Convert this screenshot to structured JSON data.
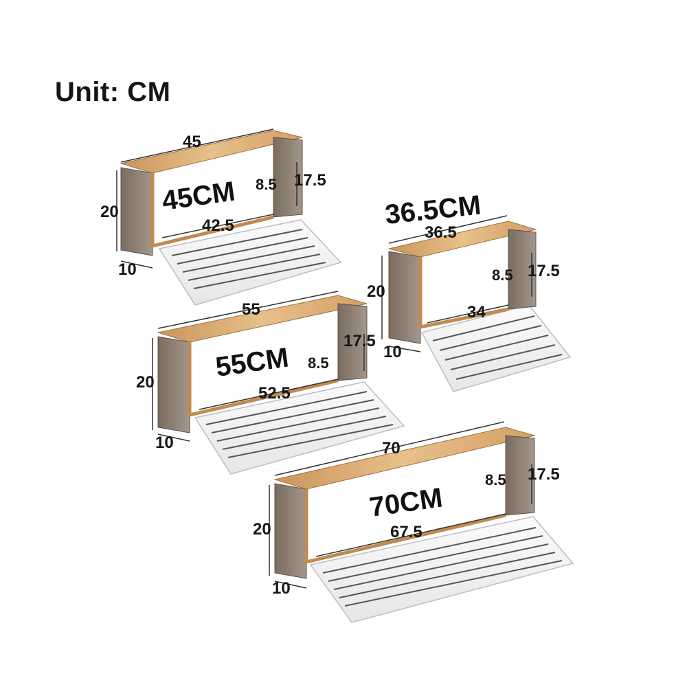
{
  "unit_label": "Unit: CM",
  "colors": {
    "wood": "#d9ad72",
    "wood_dark": "#a97a44",
    "panel": "#8a7c6e",
    "panel_dark": "#6f6256",
    "slats": "#f4f4f4",
    "line": "#333333"
  },
  "shelves": [
    {
      "id": "shelf-45",
      "size_label": "45CM",
      "width_label": "45",
      "height_label": "20",
      "depth_label": "10",
      "inner_width_label": "42.5",
      "inner_gap_label": "8.5",
      "side_height_label": "17.5"
    },
    {
      "id": "shelf-36-5",
      "size_label": "36.5CM",
      "width_label": "36.5",
      "height_label": "20",
      "depth_label": "10",
      "inner_width_label": "34",
      "inner_gap_label": "8.5",
      "side_height_label": "17.5"
    },
    {
      "id": "shelf-55",
      "size_label": "55CM",
      "width_label": "55",
      "height_label": "20",
      "depth_label": "10",
      "inner_width_label": "52.5",
      "inner_gap_label": "8.5",
      "side_height_label": "17.5"
    },
    {
      "id": "shelf-70",
      "size_label": "70CM",
      "width_label": "70",
      "height_label": "20",
      "depth_label": "10",
      "inner_width_label": "67.5",
      "inner_gap_label": "8.5",
      "side_height_label": "17.5"
    }
  ]
}
